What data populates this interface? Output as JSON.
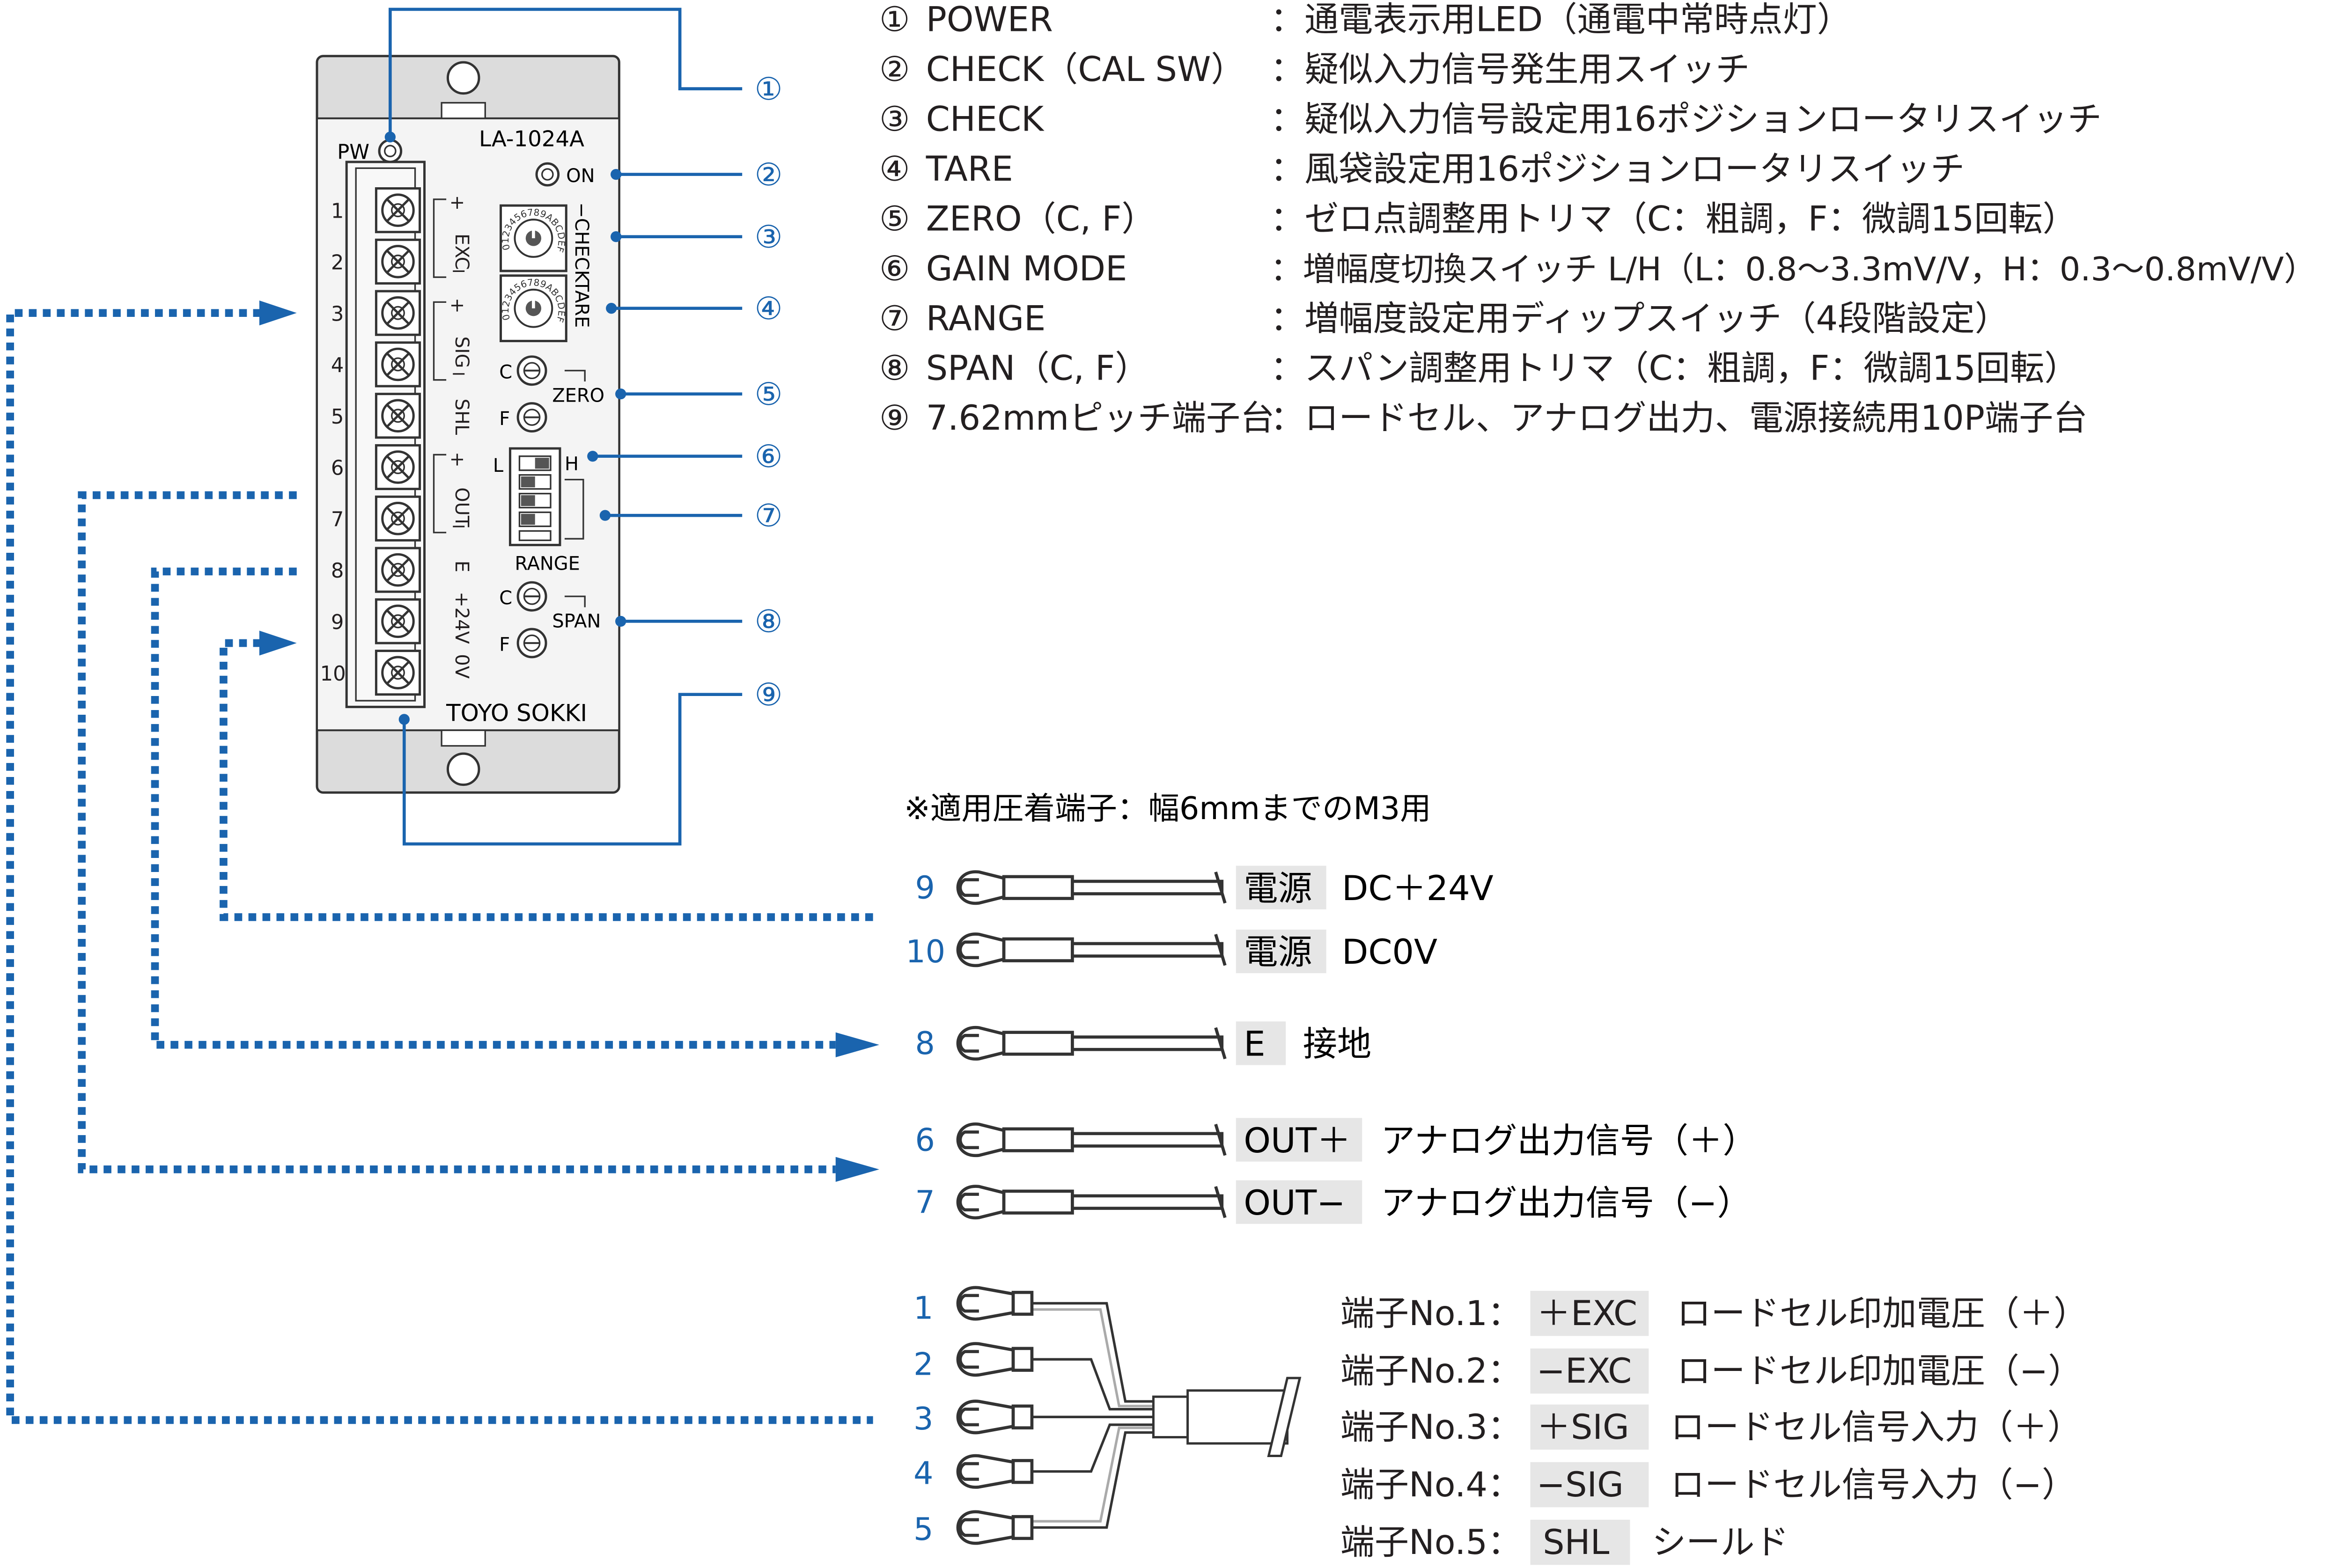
{
  "device": {
    "model": "LA-1024A",
    "maker": "TOYO SOKKI",
    "pw_label": "PW",
    "on_label": "ON",
    "check_label": "CHECK",
    "tare_label": "TARE",
    "zero_label": "ZERO",
    "span_label": "SPAN",
    "range_label": "RANGE",
    "c_label": "C",
    "f_label": "F",
    "l_label": "L",
    "h_label": "H",
    "rotary_digits": "0123456789ABCDEF",
    "terminal_numbers": [
      "1",
      "2",
      "3",
      "4",
      "5",
      "6",
      "7",
      "8",
      "9",
      "10"
    ],
    "terminal_signs": {
      "exc": "EXC",
      "sig": "SIG",
      "shl": "SHL",
      "out": "OUT",
      "plus": "+",
      "minus": "−",
      "e": "E",
      "v24": "+24V",
      "v0": "0V"
    }
  },
  "callouts": [
    "①",
    "②",
    "③",
    "④",
    "⑤",
    "⑥",
    "⑦",
    "⑧",
    "⑨"
  ],
  "legend": [
    {
      "num": "①",
      "name": "POWER",
      "desc": "：通電表示用LED（通電中常時点灯）"
    },
    {
      "num": "②",
      "name": "CHECK（CAL SW）",
      "desc": "：疑似入力信号発生用スイッチ"
    },
    {
      "num": "③",
      "name": "CHECK",
      "desc": "：疑似入力信号設定用16ポジションロータリスイッチ"
    },
    {
      "num": "④",
      "name": "TARE",
      "desc": "：風袋設定用16ポジションロータリスイッチ"
    },
    {
      "num": "⑤",
      "name": "ZERO（C, F）",
      "desc": "：ゼロ点調整用トリマ（C：粗調，F：微調15回転）"
    },
    {
      "num": "⑥",
      "name": "GAIN MODE",
      "desc": "：増幅度切換スイッチ L/H（L：0.8〜3.3mV/V，H：0.3〜0.8mV/V）"
    },
    {
      "num": "⑦",
      "name": "RANGE",
      "desc": "：増幅度設定用ディップスイッチ（4段階設定）"
    },
    {
      "num": "⑧",
      "name": "SPAN（C, F）",
      "desc": "：スパン調整用トリマ（C：粗調，F：微調15回転）"
    },
    {
      "num": "⑨",
      "name": "7.62mmピッチ端子台",
      "desc": "：ロードセル、アナログ出力、電源接続用10P端子台"
    }
  ],
  "note": "※適用圧着端子：幅6mmまでのM3用",
  "wires": [
    {
      "num": "9",
      "tag": "電源",
      "desc": "DC＋24V"
    },
    {
      "num": "10",
      "tag": "電源",
      "desc": "DC0V"
    },
    {
      "num": "8",
      "tag": "E",
      "desc": "接地"
    },
    {
      "num": "6",
      "tag": "OUT＋",
      "desc": "アナログ出力信号（＋）"
    },
    {
      "num": "7",
      "tag": "OUT−",
      "desc": "アナログ出力信号（−）"
    }
  ],
  "loadcell": [
    {
      "num": "1",
      "term": "端子No.1：",
      "tag": "＋EXC",
      "desc": "ロードセル印加電圧（＋）"
    },
    {
      "num": "2",
      "term": "端子No.2：",
      "tag": "−EXC",
      "desc": "ロードセル印加電圧（−）"
    },
    {
      "num": "3",
      "term": "端子No.3：",
      "tag": "＋SIG",
      "desc": "ロードセル信号入力（＋）"
    },
    {
      "num": "4",
      "term": "端子No.4：",
      "tag": "−SIG",
      "desc": "ロードセル信号入力（−）"
    },
    {
      "num": "5",
      "term": "端子No.5：",
      "tag": "SHL",
      "desc": "シールド"
    }
  ],
  "colors": {
    "accent": "#1a64ae",
    "panel": "#dcdcdc",
    "body": "#f4f4f4",
    "tag_bg": "#e6e6e6",
    "text": "#231f20"
  }
}
